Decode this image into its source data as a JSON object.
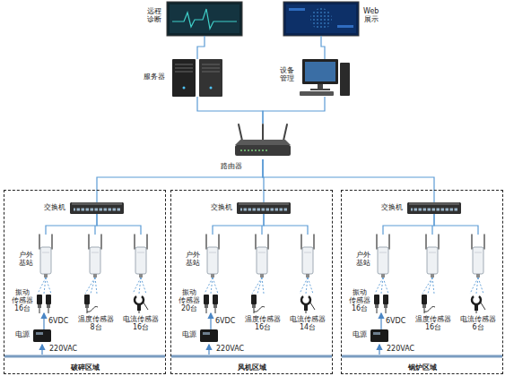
{
  "diagram": {
    "nodes": [
      {
        "text": [
          "远程 诊断"
        ]
      },
      {
        "text": [
          "Web 展示"
        ]
      },
      {
        "text": [
          "服务器"
        ]
      },
      {
        "text": [
          "设备 管理"
        ]
      },
      {
        "text": [
          "路由器"
        ]
      },
      {
        "text": [
          "破碎区域"
        ]
      },
      {
        "text": [
          "交换机"
        ],
        "in": 5
      },
      {
        "text": [
          "户外 基站"
        ],
        "in": 5
      },
      {
        "text": [
          "振动 传感器 16台"
        ],
        "in": 5
      },
      {
        "text": [
          "温度传感器 8台"
        ],
        "in": 5
      },
      {
        "text": [
          "电流传感器 16台"
        ],
        "in": 5
      },
      {
        "text": [
          "电源"
        ],
        "in": 5
      },
      {
        "text": [
          "风机区域"
        ]
      },
      {
        "text": [
          "交换机"
        ],
        "in": 12
      },
      {
        "text": [
          "户外 基站"
        ],
        "in": 12
      },
      {
        "text": [
          "振动 传感器 20台"
        ],
        "in": 12
      },
      {
        "text": [
          "温度传感器 16台"
        ],
        "in": 12
      },
      {
        "text": [
          "电流传感器 14台"
        ],
        "in": 12
      },
      {
        "text": [
          "电源"
        ],
        "in": 12
      },
      {
        "text": [
          "锅炉区域"
        ]
      },
      {
        "text": [
          "交换机"
        ],
        "in": 19
      },
      {
        "text": [
          "户外 基站"
        ],
        "in": 19
      },
      {
        "text": [
          "振动 传感器 16台"
        ],
        "in": 19
      },
      {
        "text": [
          "温度传感器 16台"
        ],
        "in": 19
      },
      {
        "text": [
          "电流传感器 6台"
        ],
        "in": 19
      },
      {
        "text": [
          "电源"
        ],
        "in": 19
      }
    ],
    "edges": [
      {
        "from": 0,
        "to": 2,
        "arrow": "none"
      },
      {
        "from": 1,
        "to": 3,
        "arrow": "none"
      },
      {
        "from": 2,
        "to": 4,
        "arrow": "none"
      },
      {
        "from": 3,
        "to": 4,
        "arrow": "none"
      },
      {
        "from": 4,
        "to": 6,
        "arrow": "none"
      },
      {
        "from": 4,
        "to": 13,
        "arrow": "none"
      },
      {
        "from": 4,
        "to": 20,
        "arrow": "none"
      },
      {
        "from": 6,
        "to": 7,
        "arrow": "none"
      },
      {
        "from": 7,
        "to": 8,
        "arrow": "none"
      },
      {
        "from": 11,
        "to": 8,
        "arrow": "to",
        "label": "6VDC"
      },
      {
        "from": 13,
        "to": 14,
        "arrow": "none"
      },
      {
        "from": 14,
        "to": 15,
        "arrow": "none"
      },
      {
        "from": 18,
        "to": 15,
        "arrow": "to",
        "label": "6VDC"
      },
      {
        "from": 20,
        "to": 21,
        "arrow": "none"
      },
      {
        "from": 21,
        "to": 22,
        "arrow": "none"
      },
      {
        "from": 25,
        "to": 22,
        "arrow": "to",
        "label": "6VDC"
      }
    ],
    "labels": [
      "220VAC",
      "220VAC",
      "220VAC"
    ]
  }
}
